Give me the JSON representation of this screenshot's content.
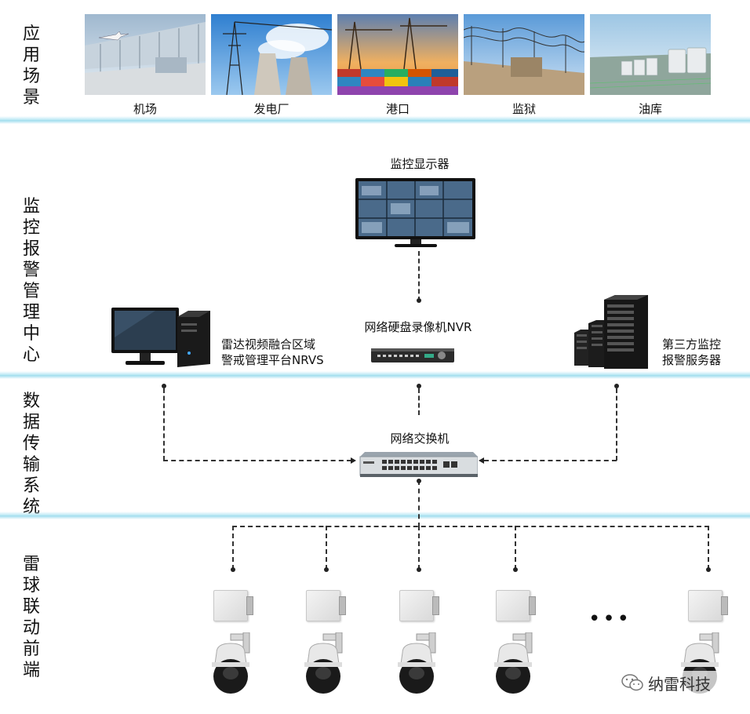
{
  "sections": {
    "scenes": "应用场景",
    "center": "监控报警管理中心",
    "transport": "数据传输系统",
    "frontend": "雷球联动前端"
  },
  "scenes": [
    {
      "label": "机场",
      "icon": "airport-photo"
    },
    {
      "label": "发电厂",
      "icon": "power-plant-photo"
    },
    {
      "label": "港口",
      "icon": "port-photo"
    },
    {
      "label": "监狱",
      "icon": "prison-photo"
    },
    {
      "label": "油库",
      "icon": "oil-depot-photo"
    }
  ],
  "nodes": {
    "monitor_display": "监控显示器",
    "nvr": "网络硬盘录像机NVR",
    "nrvs_line1": "雷达视频融合区域",
    "nrvs_line2": "警戒管理平台NRVS",
    "third_party_line1": "第三方监控",
    "third_party_line2": "报警服务器",
    "switch": "网络交换机"
  },
  "frontend": {
    "device_count_shown": 5,
    "ellipsis": "•••"
  },
  "watermark": {
    "text": "纳雷科技",
    "icon": "wechat-icon"
  },
  "colors": {
    "divider": "#bfeaf5",
    "line": "#333333",
    "sky": "#4a90d9"
  }
}
